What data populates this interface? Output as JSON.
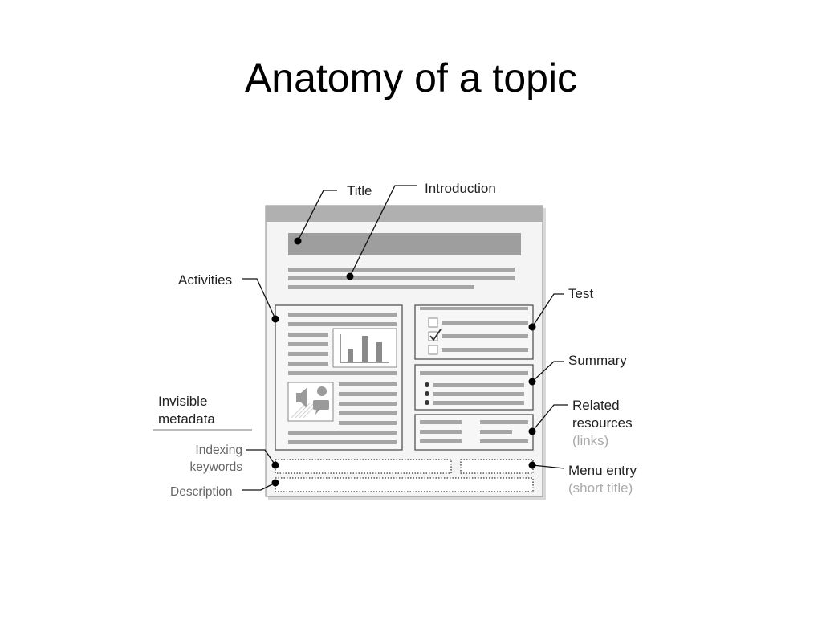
{
  "title": "Anatomy of a topic",
  "labels": {
    "title": "Title",
    "introduction": "Introduction",
    "activities": "Activities",
    "test": "Test",
    "summary": "Summary",
    "related_resources_line1": "Related",
    "related_resources_line2": "resources",
    "related_resources_note": "(links)",
    "invisible_metadata_line1": "Invisible",
    "invisible_metadata_line2": "metadata",
    "indexing_keywords_line1": "Indexing",
    "indexing_keywords_line2": "keywords",
    "description": "Description",
    "menu_entry": "Menu entry",
    "menu_entry_note": "(short title)"
  },
  "icons": {
    "chart": "bar-chart-icon",
    "media": "media-icon",
    "checkbox_checked": "checkbox-checked-icon",
    "checkbox_empty": "checkbox-empty-icon",
    "bullet": "bullet-icon"
  },
  "colors": {
    "diagram_gray": "#a6a6a6",
    "title_bar": "#b0b0b0",
    "window_bg": "#f4f4f4",
    "border": "#555555",
    "callout": "#111111"
  }
}
